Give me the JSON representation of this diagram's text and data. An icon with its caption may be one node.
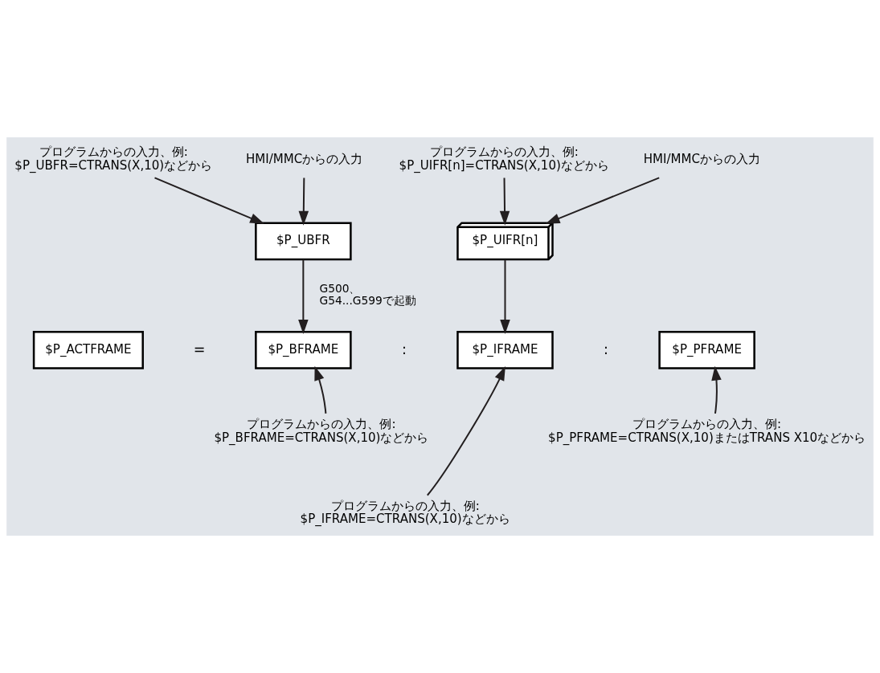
{
  "diagram": {
    "nodes": [
      {
        "text": [
          "プログラムからの入力、例: $P_UBFR=CTRANS(X,10)などから"
        ]
      },
      {
        "text": [
          "プログラムからの入力、例: $P_UIFR[n]=CTRANS(X,10)などから"
        ]
      },
      {
        "text": [
          "HMI/MMCからの入力"
        ]
      },
      {
        "text": [
          "HMI/MMCからの入力"
        ]
      },
      {
        "text": [
          "$P_UBFR"
        ]
      },
      {
        "text": [
          "$P_UIFR[n]"
        ]
      },
      {
        "text": [
          "$P_ACTFRAME"
        ]
      },
      {
        "text": [
          "$P_BFRAME"
        ]
      },
      {
        "text": [
          "$P_IFRAME"
        ]
      },
      {
        "text": [
          "$P_PFRAME"
        ]
      },
      {
        "text": [
          "プログラムからの入力、例: $P_BFRAME=CTRANS(X,10)などから"
        ]
      },
      {
        "text": [
          "プログラムからの入力、例: $P_IFRAME=CTRANS(X,10)などから"
        ]
      },
      {
        "text": [
          "プログラムからの入力、例: $P_PFRAME=CTRANS(X,10)またはTRANS X10などから"
        ]
      }
    ],
    "edges": [
      {
        "from": 2,
        "to": 4,
        "arrow": "to"
      },
      {
        "from": 0,
        "to": 4,
        "arrow": "to"
      },
      {
        "from": 3,
        "to": 5,
        "arrow": "to"
      },
      {
        "from": 1,
        "to": 5,
        "arrow": "to"
      },
      {
        "from": 4,
        "to": 7,
        "arrow": "to",
        "label": "G500、G54...G599で起動"
      },
      {
        "from": 5,
        "to": 8,
        "arrow": "to"
      },
      {
        "from": 10,
        "to": 7,
        "arrow": "to"
      },
      {
        "from": 11,
        "to": 8,
        "arrow": "to"
      },
      {
        "from": 12,
        "to": 9,
        "arrow": "to"
      }
    ],
    "labels": [
      "=",
      ":",
      ":"
    ]
  }
}
